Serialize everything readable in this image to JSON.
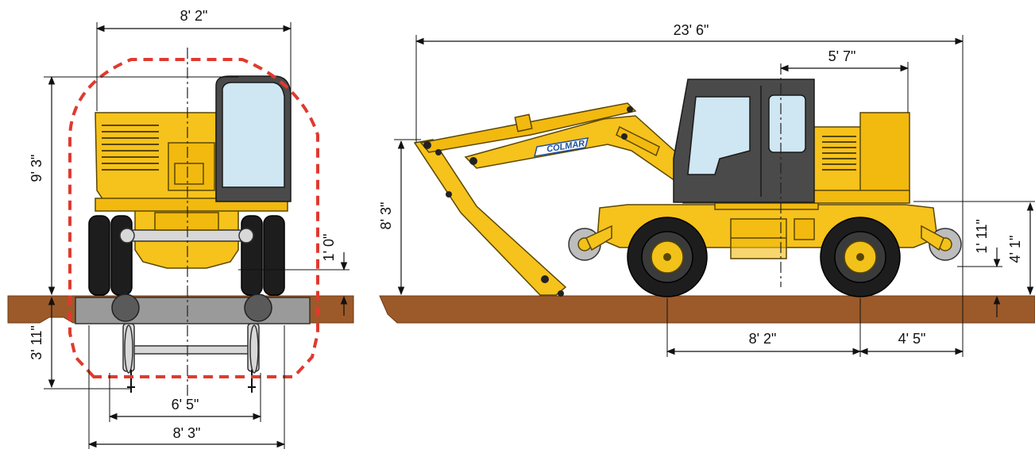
{
  "dimensions": {
    "front_width_top": "8' 2\"",
    "front_height": "9' 3\"",
    "front_below_rail": "3' 11\"",
    "front_wheel_clearance": "1' 0\"",
    "front_rail_gauge": "6' 5\"",
    "front_width_bottom": "8' 3\"",
    "side_overall_length": "23' 6\"",
    "side_cab_offset": "5' 7\"",
    "side_boom_height": "8' 3\"",
    "side_rail_wheel_height": "1' 11\"",
    "side_body_height": "4' 1\"",
    "side_wheelbase": "8' 2\"",
    "side_rear_overhang": "4' 5\""
  },
  "branding": {
    "logo_text": "COLMAR"
  },
  "colors": {
    "machine_yellow": "#f6c21c",
    "cab_dark": "#4a4a4a",
    "glass": "#cfe6f3",
    "gauge_outline": "#e03a2f",
    "ground": "#9c5a2a",
    "tire": "#1d1d1d"
  }
}
